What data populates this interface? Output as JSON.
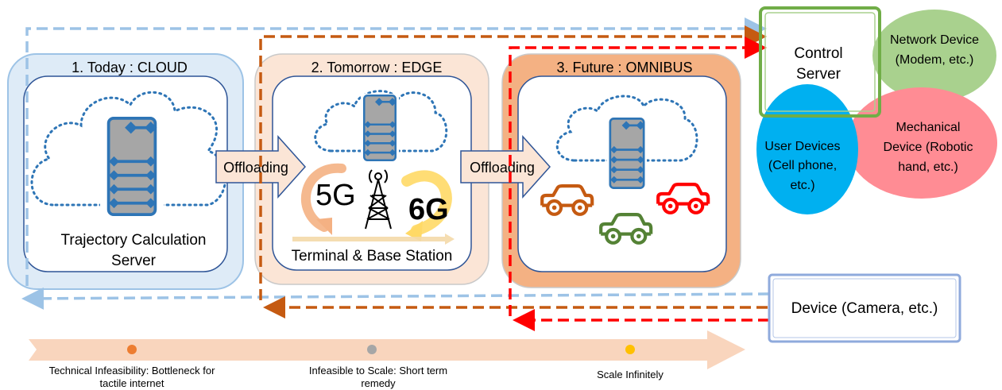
{
  "panels": {
    "cloud": {
      "title": "1. Today : CLOUD",
      "caption_line1": "Trajectory Calculation",
      "caption_line2": "Server"
    },
    "edge": {
      "title": "2. Tomorrow : EDGE",
      "caption": "Terminal & Base Station",
      "label_5g": "5G",
      "label_6g": "6G"
    },
    "omnibus": {
      "title": "3. Future : OMNIBUS"
    }
  },
  "arrows": {
    "offloading_1": "Offloading",
    "offloading_2": "Offloading"
  },
  "venn": {
    "control_server_line1": "Control",
    "control_server_line2": "Server",
    "network_line1": "Network Device",
    "network_line2": "(Modem, etc.)",
    "mechanical_line1": "Mechanical",
    "mechanical_line2": "Device (Robotic",
    "mechanical_line3": "hand, etc.)",
    "user_line1": "User Devices",
    "user_line2": "(Cell phone,",
    "user_line3": "etc.)"
  },
  "device_box": {
    "label": "Device  (Camera, etc.)"
  },
  "timeline": {
    "stages": [
      {
        "line1": "Technical Infeasibility: Bottleneck for",
        "line2": "tactile internet"
      },
      {
        "line1": "Infeasible to Scale: Short term",
        "line2": "remedy"
      },
      {
        "line1": "Scale Infinitely",
        "line2": ""
      }
    ]
  },
  "colors": {
    "cloud_blue": "#9dc3e6",
    "edge_peach": "#f8cbad",
    "omnibus_orange": "#f4b183",
    "flow_brown": "#c55a11",
    "flow_red": "#ff0000",
    "server_gray": "#a6a6a6",
    "server_blue": "#2e75b6",
    "network_green": "#a9d18e",
    "mechanical_pink": "#ff8c94",
    "user_blue": "#00b0f0",
    "control_green": "#70ad47",
    "dot_orange": "#ed7d31",
    "dot_gray": "#a6a6a6",
    "dot_yellow": "#ffc000"
  }
}
